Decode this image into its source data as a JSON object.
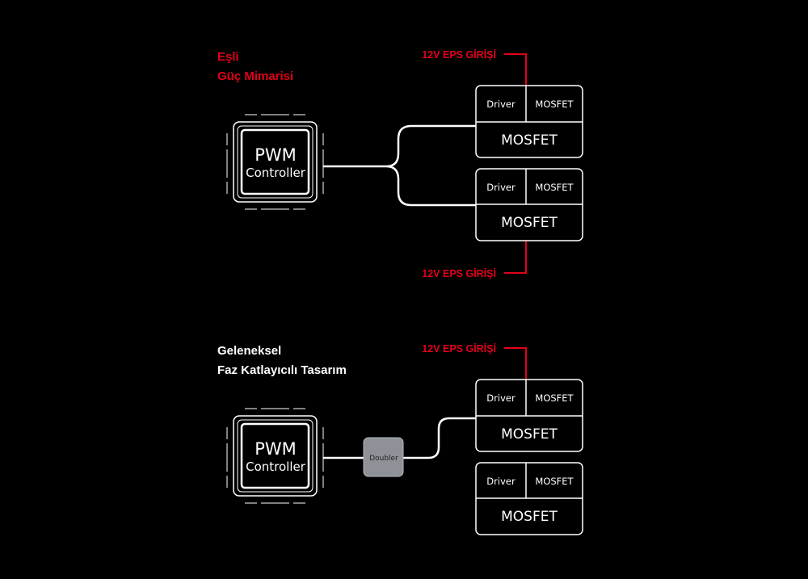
{
  "top": {
    "title_line1": "Eşli",
    "title_line2": "Güç Mimarisi",
    "eps_top": "12V EPS GİRİŞİ",
    "eps_bottom": "12V EPS GİRİŞİ",
    "pwm_line1": "PWM",
    "pwm_line2": "Controller",
    "module1": {
      "driver": "Driver",
      "mosfet_small": "MOSFET",
      "mosfet_big": "MOSFET"
    },
    "module2": {
      "driver": "Driver",
      "mosfet_small": "MOSFET",
      "mosfet_big": "MOSFET"
    }
  },
  "bottom": {
    "title_line1": "Geleneksel",
    "title_line2": "Faz Katlayıcılı Tasarım",
    "eps_top": "12V EPS GİRİŞİ",
    "pwm_line1": "PWM",
    "pwm_line2": "Controller",
    "doubler": "Doubler",
    "module1": {
      "driver": "Driver",
      "mosfet_small": "MOSFET",
      "mosfet_big": "MOSFET"
    },
    "module2": {
      "driver": "Driver",
      "mosfet_small": "MOSFET",
      "mosfet_big": "MOSFET"
    }
  },
  "colors": {
    "accent": "#e2001a",
    "line": "#ffffff",
    "background": "#000000",
    "doubler_fill": "#8e9298"
  }
}
